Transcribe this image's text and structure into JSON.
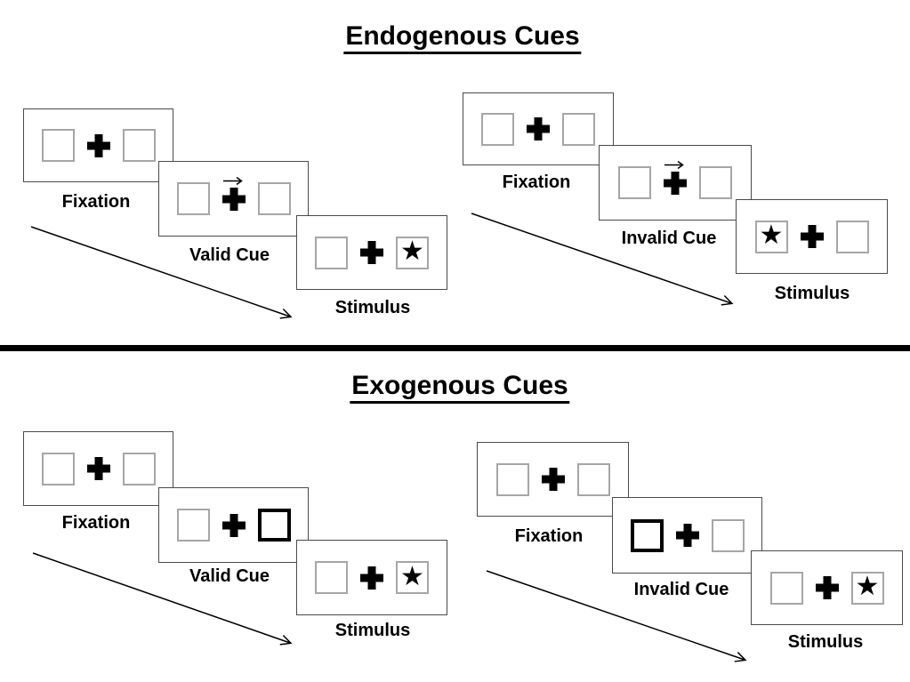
{
  "glyphs": {
    "star": "★"
  },
  "colors": {
    "ink": "#000000",
    "panel_border": "#4a4a4a",
    "square_border": "#a6a6a6",
    "background": "#ffffff"
  },
  "sections": {
    "endogenous": {
      "title": "Endogenous Cues",
      "left_sequence": {
        "fixation_label": "Fixation",
        "cue_label": "Valid Cue",
        "stimulus_label": "Stimulus"
      },
      "right_sequence": {
        "fixation_label": "Fixation",
        "cue_label": "Invalid Cue",
        "stimulus_label": "Stimulus"
      }
    },
    "exogenous": {
      "title": "Exogenous Cues",
      "left_sequence": {
        "fixation_label": "Fixation",
        "cue_label": "Valid Cue",
        "stimulus_label": "Stimulus"
      },
      "right_sequence": {
        "fixation_label": "Fixation",
        "cue_label": "Invalid Cue",
        "stimulus_label": "Stimulus"
      }
    }
  }
}
